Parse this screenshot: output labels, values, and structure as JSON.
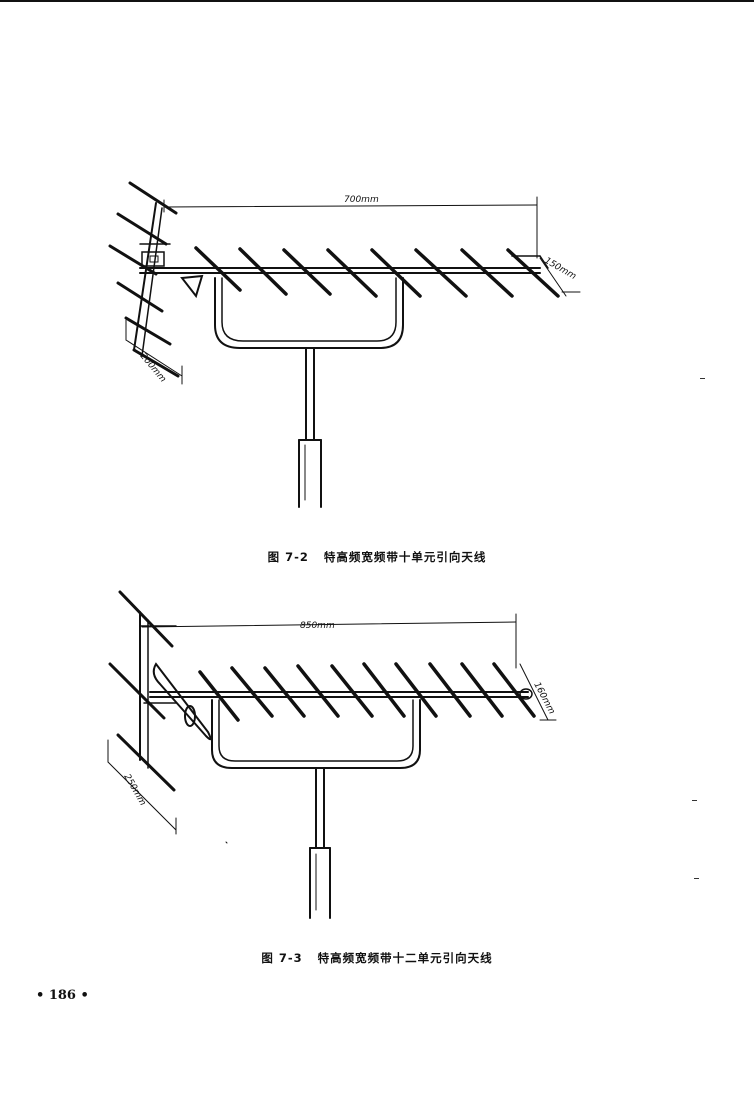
{
  "figures": [
    {
      "caption": "图 7-2   特高频宽频带十单元引向天线",
      "dims": {
        "length": "700mm",
        "spacing": "150mm",
        "reflector": "200mm"
      }
    },
    {
      "caption": "图 7-3   特高频宽频带十二单元引向天线",
      "dims": {
        "length": "850mm",
        "spacing": "160mm",
        "reflector": "250mm"
      }
    }
  ],
  "page_number": "• 186 •"
}
